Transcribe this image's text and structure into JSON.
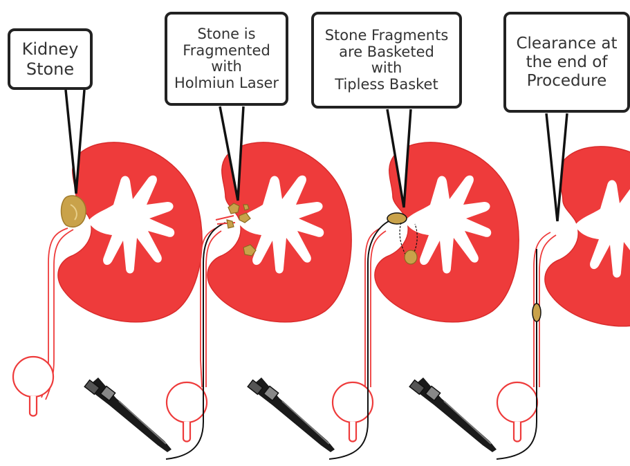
{
  "callouts": [
    {
      "lines": [
        "Kidney",
        "Stone"
      ]
    },
    {
      "lines": [
        "Stone is",
        "Fragmented",
        "with",
        "Holmiun Laser"
      ]
    },
    {
      "lines": [
        "Stone Fragments",
        "are Basketed",
        "with",
        "Tipless Basket"
      ]
    },
    {
      "lines": [
        "Clearance at",
        "the end of",
        "Procedure"
      ]
    }
  ],
  "colors": {
    "kidney": "#ee3b3b",
    "outline": "#222222",
    "stone": "#c9a24a",
    "background": "#ffffff"
  },
  "icons": [
    "kidney-illustration",
    "bladder-illustration",
    "ureteroscope-icon",
    "stone-icon",
    "laser-fiber-icon",
    "basket-icon"
  ]
}
